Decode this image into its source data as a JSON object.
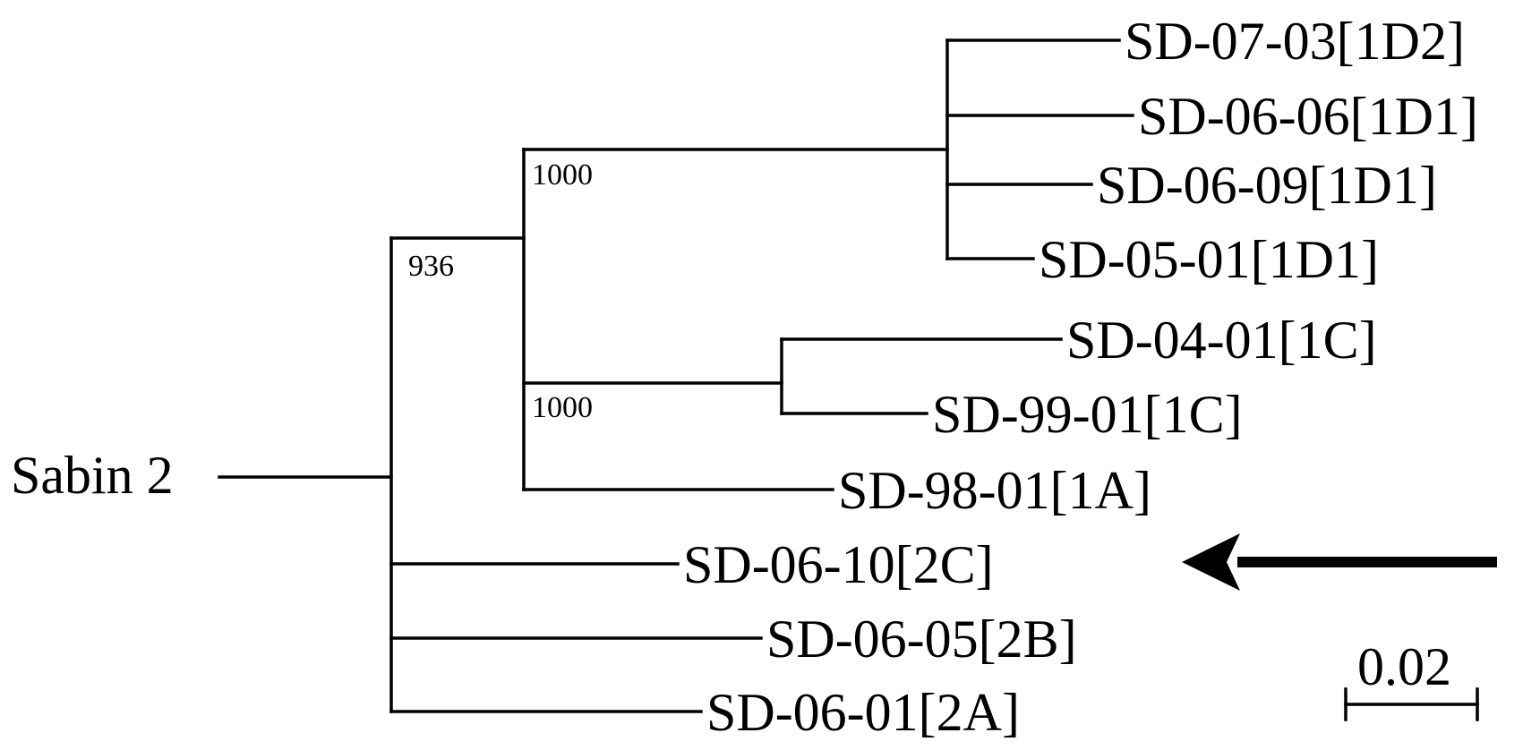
{
  "diagram": {
    "type": "phylogenetic-tree",
    "root_label": "Sabin 2",
    "scale_bar_label": "0.02",
    "bootstrap_labels": [
      "936",
      "1000",
      "1000"
    ],
    "leaves": [
      "SD-07-03[1D2]",
      "SD-06-06[1D1]",
      "SD-06-09[1D1]",
      "SD-05-01[1D1]",
      "SD-04-01[1C]",
      "SD-99-01[1C]",
      "SD-98-01[1A]",
      "SD-06-10[2C]",
      "SD-06-05[2B]",
      "SD-06-01[2A]"
    ],
    "highlighted_leaf": "SD-06-10[2C]",
    "arrow_icon": "left-arrow-icon"
  }
}
